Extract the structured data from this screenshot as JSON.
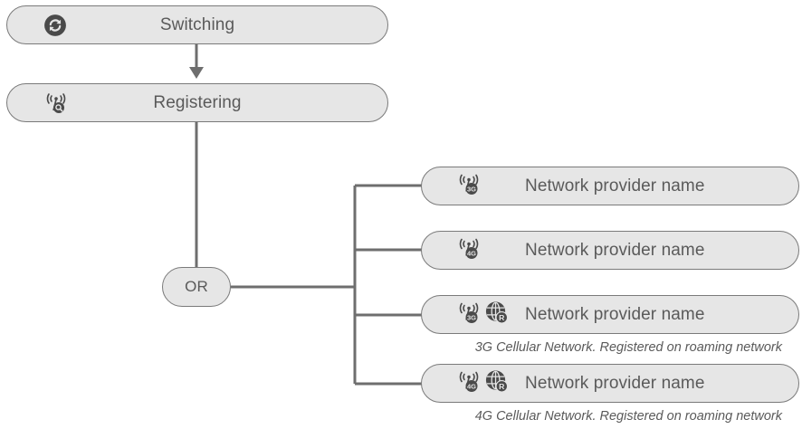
{
  "steps": {
    "switching": {
      "label": "Switching",
      "icon": "sync-icon"
    },
    "registering": {
      "label": "Registering",
      "icon": "cellular-searching-icon"
    }
  },
  "or_label": "OR",
  "networks": [
    {
      "label": "Network provider name",
      "badge": "3G",
      "roaming": false,
      "caption": ""
    },
    {
      "label": "Network provider name",
      "badge": "4G",
      "roaming": false,
      "caption": ""
    },
    {
      "label": "Network provider name",
      "badge": "3G",
      "roaming": true,
      "caption": "3G Cellular Network. Registered on roaming network"
    },
    {
      "label": "Network provider name",
      "badge": "4G",
      "roaming": true,
      "caption": "4G Cellular Network. Registered on roaming network"
    }
  ],
  "colors": {
    "pill_fill": "#e6e6e6",
    "pill_border": "#7a7a7a",
    "connector": "#6e6e6e",
    "icon": "#4a4a4a",
    "text": "#5a5a5a"
  }
}
